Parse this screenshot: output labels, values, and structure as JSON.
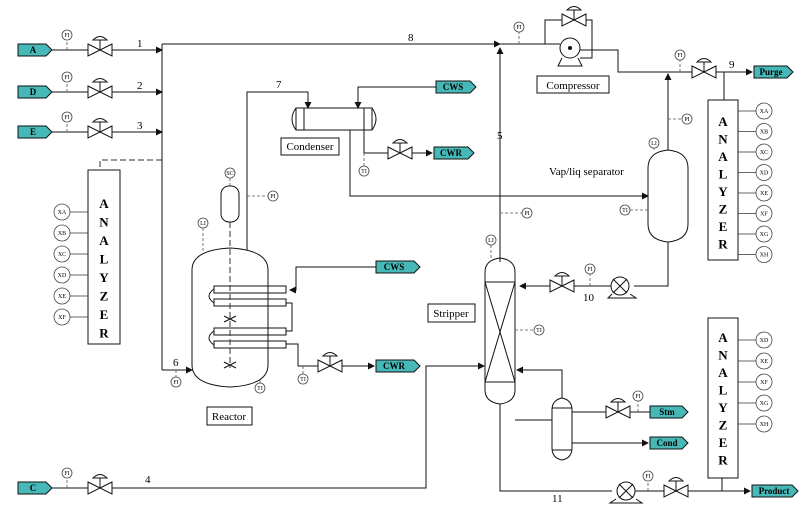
{
  "streams": {
    "A": "A",
    "D": "D",
    "E": "E",
    "C": "C",
    "CWS_top": "CWS",
    "CWR_top": "CWR",
    "CWS_reactor": "CWS",
    "CWR_reactor": "CWR",
    "Purge": "Purge",
    "Stm": "Stm",
    "Cond": "Cond",
    "Product": "Product"
  },
  "numbers": {
    "n1": "1",
    "n2": "2",
    "n3": "3",
    "n4": "4",
    "n5": "5",
    "n6": "6",
    "n7": "7",
    "n8": "8",
    "n9": "9",
    "n10": "10",
    "n11": "11"
  },
  "labels": {
    "reactor": "Reactor",
    "condenser": "Condenser",
    "compressor": "Compressor",
    "separator": "Vap/liq separator",
    "stripper": "Stripper"
  },
  "instruments": {
    "FI": "FI",
    "PI": "PI",
    "TI": "TI",
    "LI": "LI",
    "SC": "SC"
  },
  "analyzers": {
    "letters": [
      "A",
      "N",
      "A",
      "L",
      "Y",
      "Z",
      "E",
      "R"
    ],
    "left": [
      "XA",
      "XB",
      "XC",
      "XD",
      "XE",
      "XF"
    ],
    "right_top": [
      "XA",
      "XB",
      "XC",
      "XD",
      "XE",
      "XF",
      "XG",
      "XH"
    ],
    "right_bottom": [
      "XD",
      "XE",
      "XF",
      "XG",
      "XH"
    ]
  },
  "colors": {
    "stream_fill": "#46b8b8"
  }
}
